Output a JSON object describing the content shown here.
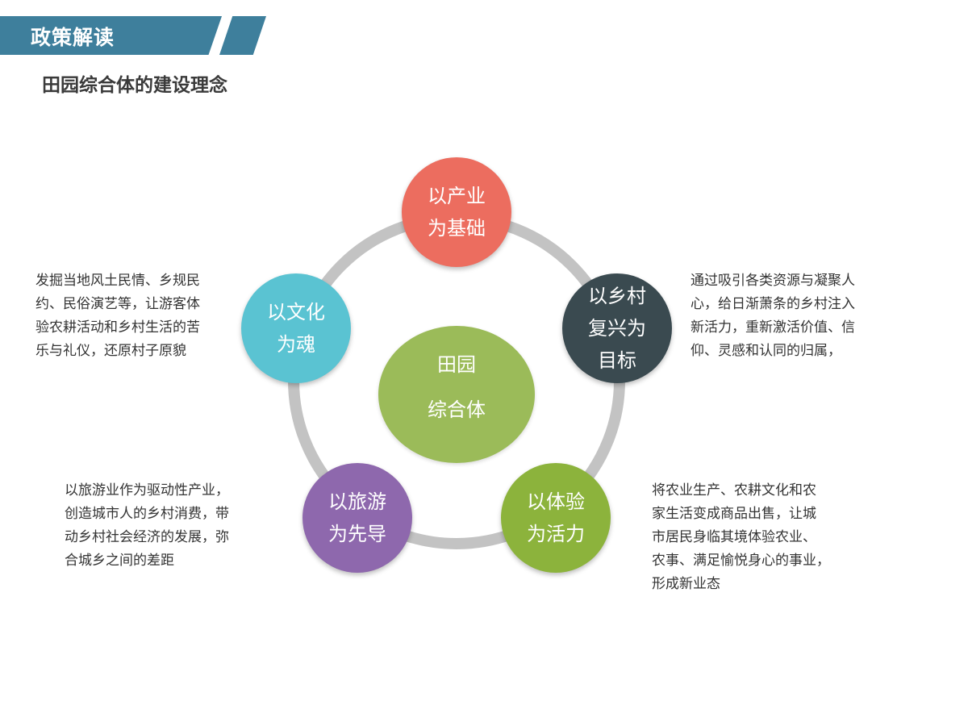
{
  "header": {
    "banner_title": "政策解读",
    "subtitle": "田园综合体的建设理念"
  },
  "diagram": {
    "center": {
      "lines": [
        "田园",
        "综合体"
      ]
    },
    "nodes": [
      {
        "id": "industry",
        "lines": [
          "以产业",
          "为基础"
        ],
        "color": "#ec6d5f"
      },
      {
        "id": "revival",
        "lines": [
          "以乡村",
          "复兴为",
          "目标"
        ],
        "color": "#3a4a50"
      },
      {
        "id": "experience",
        "lines": [
          "以体验",
          "为活力"
        ],
        "color": "#8cb33c"
      },
      {
        "id": "tourism",
        "lines": [
          "以旅游",
          "为先导"
        ],
        "color": "#8e68ad"
      },
      {
        "id": "culture",
        "lines": [
          "以文化",
          "为魂"
        ],
        "color": "#5ac3d2"
      }
    ],
    "descriptions": {
      "culture": [
        "发掘当地风土民情、乡规民",
        "约、民俗演艺等，让游客体",
        "验农耕活动和乡村生活的苦",
        "乐与礼仪，还原村子原貌"
      ],
      "revival": [
        "通过吸引各类资源与凝聚人",
        "心，给日渐萧条的乡村注入",
        "新活力，重新激活价值、信",
        "仰、灵感和认同的归属，"
      ],
      "tourism": [
        "以旅游业作为驱动性产业，",
        "创造城市人的乡村消费，带",
        "动乡村社会经济的发展，弥",
        "合城乡之间的差距"
      ],
      "experience": [
        "将农业生产、农耕文化和农",
        "家生活变成商品出售，让城",
        "市居民身临其境体验农业、",
        "农事、满足愉悦身心的事业，",
        "形成新业态"
      ]
    }
  }
}
